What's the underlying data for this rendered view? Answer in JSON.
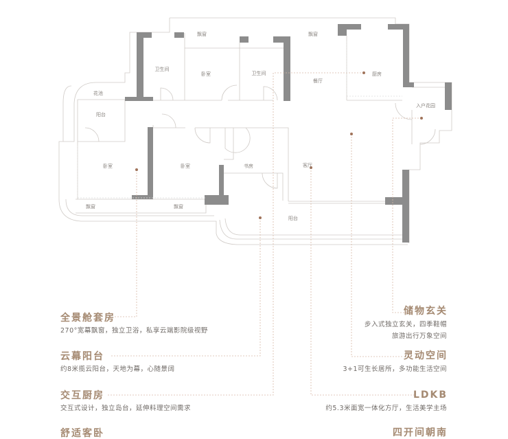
{
  "floorplan": {
    "rooms": {
      "bath1": "卫生间",
      "bedroom_top": "卧室",
      "bath2": "卫生间",
      "dining": "餐厅",
      "kitchen": "厨房",
      "bay1": "飘窗",
      "bay2": "飘窗",
      "planter": "花池",
      "balcony_small": "阳台",
      "entry_garden": "入户花园",
      "bedroom_left": "卧室",
      "bedroom_mid": "卧室",
      "study": "书房",
      "living": "客厅",
      "bay3": "飘窗",
      "bay4": "飘窗",
      "balcony_big": "阳台"
    },
    "colors": {
      "wall": "#8c8c8c",
      "line": "#cfcac6",
      "accent": "#a58a72",
      "dot": "#a0735a"
    }
  },
  "features": {
    "left": [
      {
        "title": "全景舱套房",
        "desc": "270°宽幕飘窗，独立卫浴，私享云端影院级视野"
      },
      {
        "title": "云幕阳台",
        "desc": "约8米揽云阳台，天地为幕，心随景阔"
      },
      {
        "title": "交互厨房",
        "desc": "交互式设计，独立岛台，延伸料理空间需求"
      },
      {
        "title": "舒适客卧"
      }
    ],
    "right": [
      {
        "title": "储物玄关",
        "desc1": "步入式独立玄关，四季鞋帽",
        "desc2": "旅游出行万象空间"
      },
      {
        "title": "灵动空间",
        "desc1": "3+1可生长居所，多功能生活空间"
      },
      {
        "title": "LDKB",
        "desc1": "约5.3米面宽一体化方厅，生活美学主场"
      },
      {
        "title": "四开间朝南"
      }
    ]
  }
}
